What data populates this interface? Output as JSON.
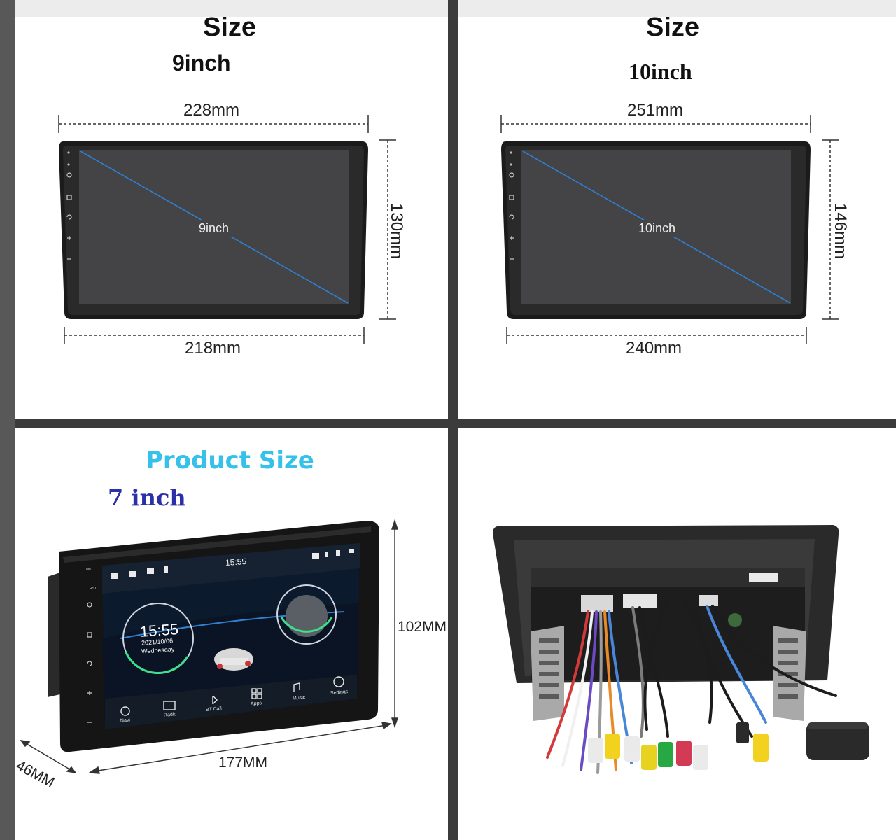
{
  "panels": {
    "nine": {
      "title": "Size",
      "inch_label": "9inch",
      "top_width": "228mm",
      "bottom_width": "218mm",
      "height": "130mm",
      "diagonal": "9inch"
    },
    "ten": {
      "title": "Size",
      "inch_label": "10inch",
      "top_width": "251mm",
      "bottom_width": "240mm",
      "height": "146mm",
      "diagonal": "10inch"
    },
    "seven": {
      "title": "Product Size",
      "inch_label": "7 inch",
      "height": "102MM",
      "width": "177MM",
      "depth": "46MM",
      "screen": {
        "status_time": "15:55",
        "clock_time": "15:55",
        "date": "2021/10/06",
        "weekday": "Wednesday",
        "dock": [
          "Navi",
          "Radio",
          "BT Call",
          "Apps",
          "Music",
          "Settings"
        ],
        "side_labels": [
          "MIC",
          "RST"
        ]
      }
    }
  },
  "colors": {
    "diagonal_line": "#2f7fd1",
    "product_title": "#35c1ea",
    "seven_inch": "#2b2fa8"
  }
}
